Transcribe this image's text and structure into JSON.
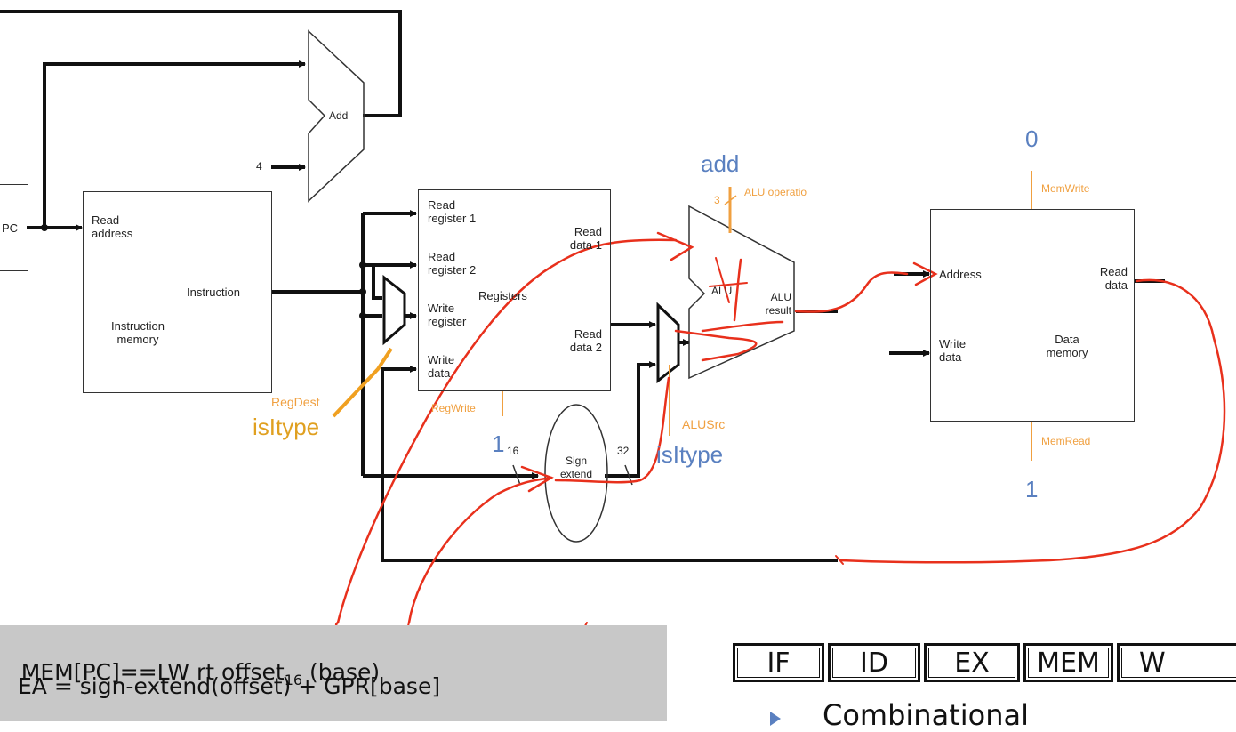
{
  "diagram": {
    "title": "MIPS single-cycle datapath - LW instruction",
    "components": {
      "pc": {
        "label": "PC"
      },
      "adder": {
        "label": "Add",
        "const_input": "4"
      },
      "instruction_memory": {
        "port_read_address": "Read\naddress",
        "port_instruction": "Instruction",
        "name": "Instruction\nmemory"
      },
      "registers": {
        "port_read_reg1": "Read\nregister 1",
        "port_read_reg2": "Read\nregister 2",
        "port_write_reg": "Write\nregister",
        "port_write_data": "Write\ndata",
        "port_read_data1": "Read\ndata 1",
        "port_read_data2": "Read\ndata 2",
        "name": "Registers"
      },
      "sign_extend": {
        "label": "Sign\nextend",
        "in_width": "16",
        "out_width": "32"
      },
      "alu": {
        "label": "ALU",
        "result_label": "ALU\nresult",
        "op_width": "3"
      },
      "data_memory": {
        "port_address": "Address",
        "port_write_data": "Write\ndata",
        "port_read_data": "Read\ndata",
        "name": "Data\nmemory"
      }
    },
    "control_signals": {
      "reg_dest": {
        "label": "RegDest",
        "value": "isItype"
      },
      "reg_write": {
        "label": "RegWrite",
        "value": "1"
      },
      "alu_src": {
        "label": "ALUSrc",
        "value": "isItype"
      },
      "alu_operation": {
        "label": "ALU operatio",
        "value": "add"
      },
      "mem_write": {
        "label": "MemWrite",
        "value": "0"
      },
      "mem_read": {
        "label": "MemRead",
        "value": "1"
      }
    },
    "colors": {
      "wire": "#111111",
      "control": "#f0a040",
      "annotation_value": "#5a80c0",
      "ink": "#e8301c",
      "note_bg": "#c8c8c8"
    }
  },
  "note": {
    "line1_pre": "MEM[PC]==LW rt offset",
    "line1_sub": "16",
    "line1_post": " (base)",
    "line2": "EA = sign-extend(offset) + GPR[base]"
  },
  "pipeline_stages": [
    "IF",
    "ID",
    "EX",
    "MEM",
    "W"
  ],
  "bottom_text": "Combinational"
}
